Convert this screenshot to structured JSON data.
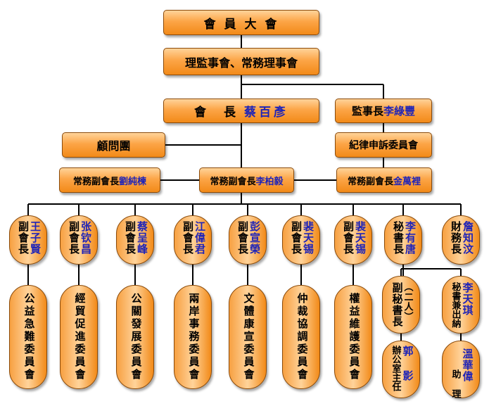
{
  "top": {
    "assembly": "會 員 大 會",
    "board": "理監事會、常務理事會"
  },
  "president": {
    "title": "會　長",
    "name": "蔡百彥"
  },
  "supervisor": {
    "title": "監事長",
    "name": "李綠豐"
  },
  "advisors": "顧問團",
  "discipline": "紀律申訴委員會",
  "exec_vp_left": {
    "title": "常務副會長",
    "name": "劉純楝"
  },
  "exec_vp_center": {
    "title": "常務副會長",
    "name": "李柏毅"
  },
  "exec_vp_right": {
    "title": "常務副會長",
    "name": "金萬裡"
  },
  "officers": [
    {
      "title": "副會長",
      "name": "王子賢",
      "committee": "公益急難委員會"
    },
    {
      "title": "副會長",
      "name": "张钦昌",
      "committee": "經貿促進委員會"
    },
    {
      "title": "副會長",
      "name": "蔡呈峰",
      "committee": "公關發展委員會"
    },
    {
      "title": "副會長",
      "name": "江偉君",
      "committee": "兩岸事務委員會"
    },
    {
      "title": "副會長",
      "name": "彭宣榮",
      "committee": "文體康宣委員會"
    },
    {
      "title": "副會長",
      "name": "裴天锡",
      "committee": "仲裁協調委員會"
    },
    {
      "title": "副會長",
      "name": "裴天锡",
      "committee": "權益維護委員會"
    }
  ],
  "secretary": {
    "title": "秘書長",
    "name": "李有唐"
  },
  "treasurer": {
    "title": "財務長",
    "name": "詹知汶"
  },
  "deputy_secretary": {
    "title": "副秘書長",
    "note": "（二人）"
  },
  "sec_cashier": {
    "title": "秘書兼出納",
    "name": "李天琪"
  },
  "office_head": {
    "title": "辦公室主任",
    "name": "郭 影"
  },
  "assistant": {
    "title": "助 理",
    "name": "溫華偉"
  }
}
